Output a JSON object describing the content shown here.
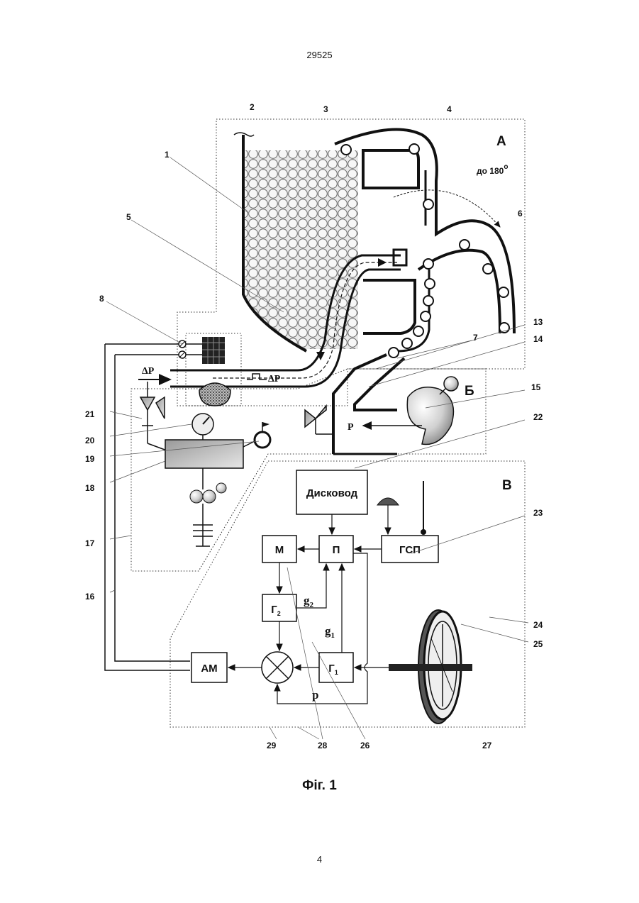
{
  "page": {
    "header_number": "29525",
    "footer_number": "4",
    "caption": "Фіг. 1"
  },
  "sections": {
    "a": "А",
    "b": "Б",
    "v": "В"
  },
  "angle_note": {
    "text": "до 180",
    "superscript": "o"
  },
  "blocks": {
    "diskovod": "Дисковод",
    "m": "М",
    "p": "П",
    "gsp": "ГСП",
    "g2": "Г",
    "g2_sub": "2",
    "g1": "Г",
    "g1_sub": "1",
    "am": "АМ"
  },
  "signals": {
    "g2": "g",
    "g2_sub": "2",
    "g1": "g",
    "g1_sub": "1",
    "p": "p",
    "delta_p": "ΔP",
    "p_upper": "P"
  },
  "callouts": [
    "1",
    "2",
    "3",
    "4",
    "5",
    "6",
    "7",
    "8",
    "13",
    "14",
    "15",
    "16",
    "17",
    "18",
    "19",
    "20",
    "21",
    "22",
    "23",
    "24",
    "25",
    "26",
    "27",
    "28",
    "29"
  ]
}
